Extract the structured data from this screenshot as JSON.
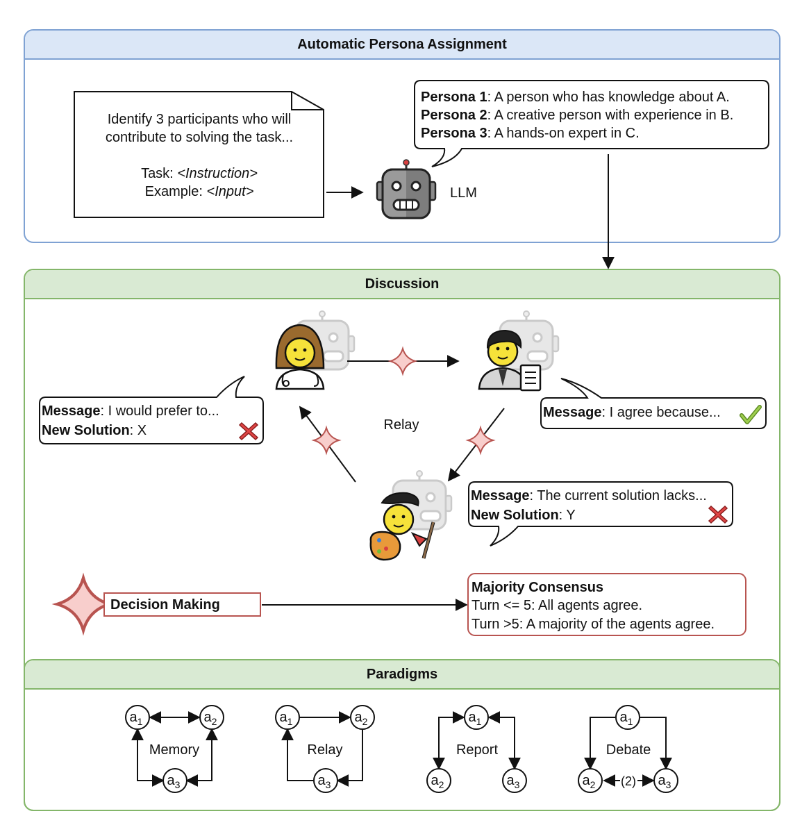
{
  "panels": {
    "assignment": "Automatic Persona Assignment",
    "discussion": "Discussion",
    "paradigms": "Paradigms"
  },
  "prompt": {
    "line1": "Identify 3 participants who will",
    "line2": "contribute to solving the task...",
    "task_label": "Task: ",
    "task_value": "<Instruction>",
    "example_label": "Example: ",
    "example_value": "<Input>"
  },
  "llm_label": "LLM",
  "personas": [
    {
      "label": "Persona 1",
      "text": ": A person who has knowledge about A."
    },
    {
      "label": "Persona 2",
      "text": ": A creative person with experience in B."
    },
    {
      "label": "Persona 3",
      "text": ": A hands-on expert in C."
    }
  ],
  "messages": {
    "left": {
      "msg_label": "Message",
      "msg_text": ": I would prefer to...",
      "sol_label": "New Solution",
      "sol_text": ": X"
    },
    "right": {
      "msg_label": "Message",
      "msg_text": ": I agree because..."
    },
    "bottom": {
      "msg_label": "Message",
      "msg_text": ": The current solution lacks...",
      "sol_label": "New Solution",
      "sol_text": ": Y"
    }
  },
  "relay_label": "Relay",
  "decision": {
    "label": "Decision Making",
    "title": "Majority Consensus",
    "rule1": "Turn <= 5: All agents agree.",
    "rule2": "Turn >5: A majority of the agents agree."
  },
  "paradigms": [
    {
      "name": "Memory"
    },
    {
      "name": "Relay"
    },
    {
      "name": "Report"
    },
    {
      "name": "Debate",
      "note": "(2)"
    }
  ],
  "node_letter": "a",
  "colors": {
    "blue_border": "#7fa2d3",
    "blue_fill": "#dbe7f7",
    "green_border": "#84b66a",
    "green_fill": "#d9ead3",
    "red_border": "#b85450",
    "red_fill": "#f8cecc",
    "check": "#8fbf3f",
    "cross": "#e04545"
  }
}
